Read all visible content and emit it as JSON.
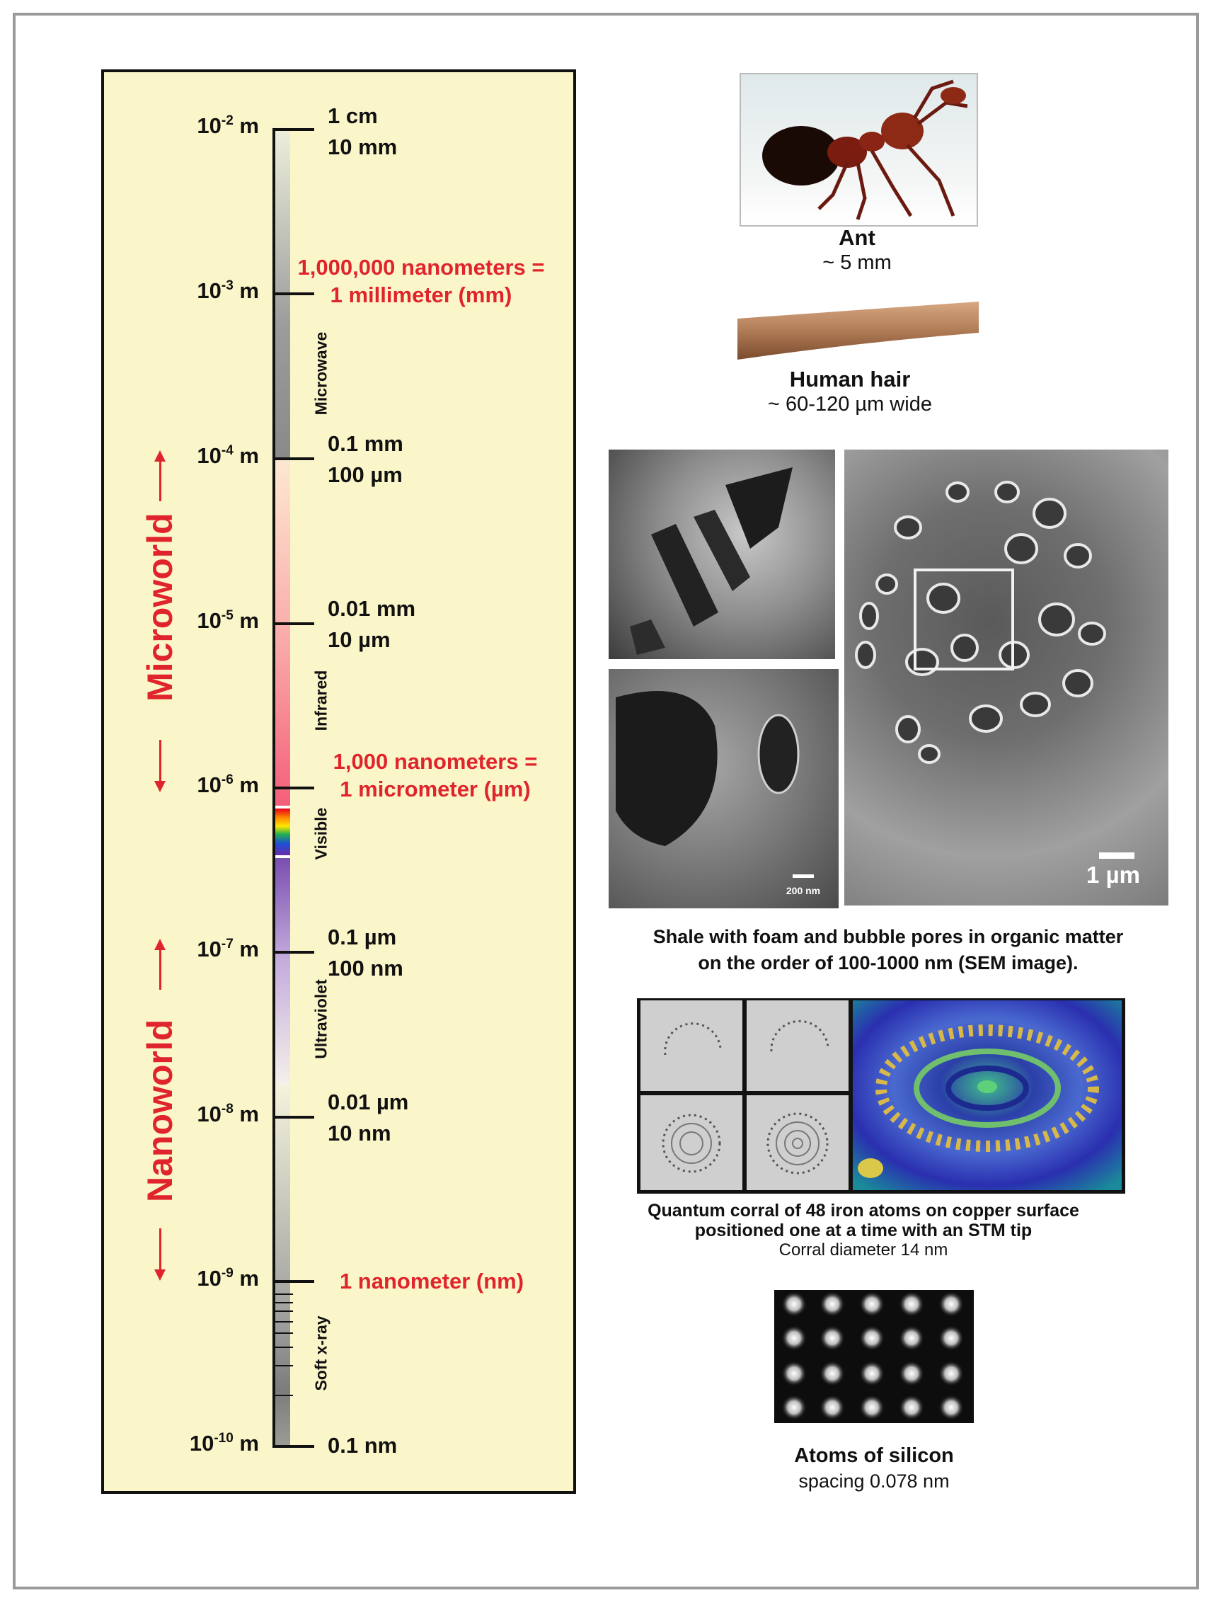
{
  "scale": {
    "ticks": [
      {
        "base": "10",
        "exp": "-2",
        "unit": "m",
        "right1": "1 cm",
        "right2": "10 mm"
      },
      {
        "base": "10",
        "exp": "-3",
        "unit": "m",
        "right1": "",
        "right2": ""
      },
      {
        "base": "10",
        "exp": "-4",
        "unit": "m",
        "right1": "0.1 mm",
        "right2": "100 µm"
      },
      {
        "base": "10",
        "exp": "-5",
        "unit": "m",
        "right1": "0.01 mm",
        "right2": "10 µm"
      },
      {
        "base": "10",
        "exp": "-6",
        "unit": "m",
        "right1": "",
        "right2": ""
      },
      {
        "base": "10",
        "exp": "-7",
        "unit": "m",
        "right1": "0.1 µm",
        "right2": "100 nm"
      },
      {
        "base": "10",
        "exp": "-8",
        "unit": "m",
        "right1": "0.01 µm",
        "right2": "10 nm"
      },
      {
        "base": "10",
        "exp": "-9",
        "unit": "m",
        "right1": "",
        "right2": ""
      },
      {
        "base": "10",
        "exp": "-10",
        "unit": "m",
        "right1": "0.1 nm",
        "right2": ""
      }
    ],
    "red_notes": {
      "millimeter_line1": "1,000,000 nanometers =",
      "millimeter_line2": "1 millimeter (mm)",
      "micrometer_line1": "1,000 nanometers =",
      "micrometer_line2": "1 micrometer (µm)",
      "nanometer": "1 nanometer (nm)"
    },
    "bands": {
      "microwave": "Microwave",
      "infrared": "Infrared",
      "visible": "Visible",
      "ultraviolet": "Ultraviolet",
      "soft_xray": "Soft x-ray"
    },
    "worlds": {
      "micro": "Microworld",
      "nano": "Nanoworld"
    },
    "colors": {
      "red": "#e0242c",
      "panel": "#fbf6c9",
      "infrared": "#f0305a",
      "ultraviolet": "#7a4fb0"
    }
  },
  "examples": {
    "ant": {
      "title": "Ant",
      "size": "~ 5 mm"
    },
    "hair": {
      "title": "Human hair",
      "size": "~ 60-120 µm wide"
    },
    "shale": {
      "caption_line1": "Shale with foam and bubble pores in organic matter",
      "caption_line2": "on the order of 100-1000 nm (SEM image).",
      "scalebar_small": "200 nm",
      "scalebar_large": "1 µm"
    },
    "corral": {
      "caption_line1": "Quantum corral of 48 iron atoms on copper surface",
      "caption_line2": "positioned one at a time with an STM tip",
      "caption_line3": "Corral diameter 14 nm"
    },
    "silicon": {
      "title": "Atoms of silicon",
      "size": "spacing 0.078 nm"
    }
  }
}
